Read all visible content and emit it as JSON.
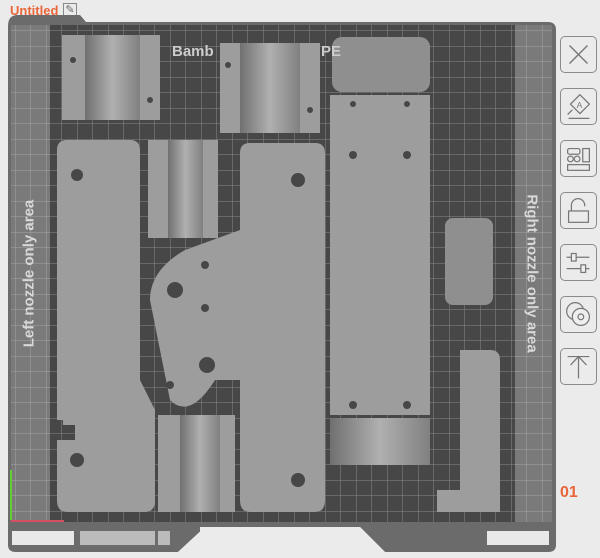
{
  "header": {
    "title": "Untitled",
    "edit_icon": "pencil-icon"
  },
  "bed": {
    "left_label": "Left nozzle only area",
    "right_label": "Right nozzle only area",
    "logo_fragment_1": "Bamb",
    "logo_fragment_2": "PE",
    "plate_number": "01"
  },
  "toolbar": [
    {
      "name": "close-icon"
    },
    {
      "name": "auto-orient-icon"
    },
    {
      "name": "arrange-icon"
    },
    {
      "name": "unlock-icon"
    },
    {
      "name": "settings-sliders-icon"
    },
    {
      "name": "filament-spools-icon"
    },
    {
      "name": "move-to-top-icon"
    }
  ],
  "colors": {
    "accent": "#e8663a",
    "bed_dark": "#474747",
    "bed_frame": "#6b6b6b",
    "part": "#9d9d9d"
  }
}
